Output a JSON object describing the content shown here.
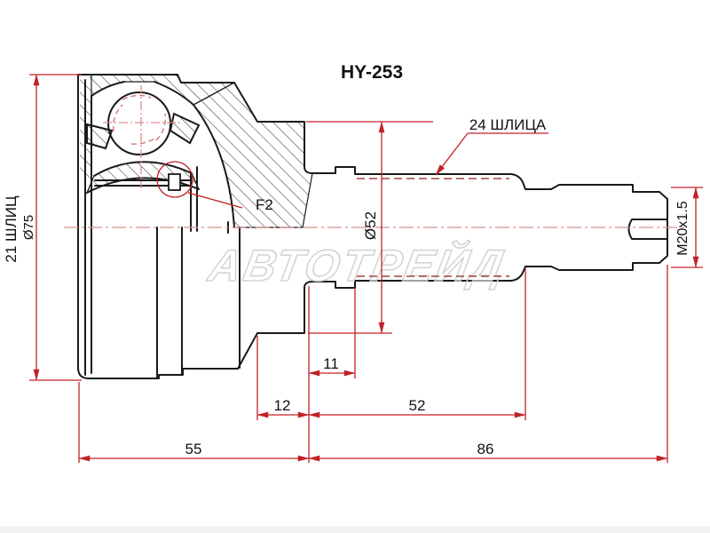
{
  "title": "HY-253",
  "watermark": "АВТОТРЕЙД",
  "labels": {
    "splines_shaft": "24 ШЛИЦА",
    "splines_bell": "21 ШЛИЦ",
    "diameter_bell": "Ø75",
    "diameter_body": "Ø52",
    "thread": "M20x1.5",
    "detail_callout": "F2"
  },
  "dimensions": {
    "bell_length": "55",
    "shaft_total_length": "86",
    "groove_width": "12",
    "step_length": "11",
    "shaft_length": "52"
  },
  "colors": {
    "outline": "#1a1a1a",
    "dimension_red": "#c22026",
    "centerline_pink": "#dd8f8f",
    "spline_dash": "#a24040",
    "watermark_gray": "#d2d2d2"
  }
}
